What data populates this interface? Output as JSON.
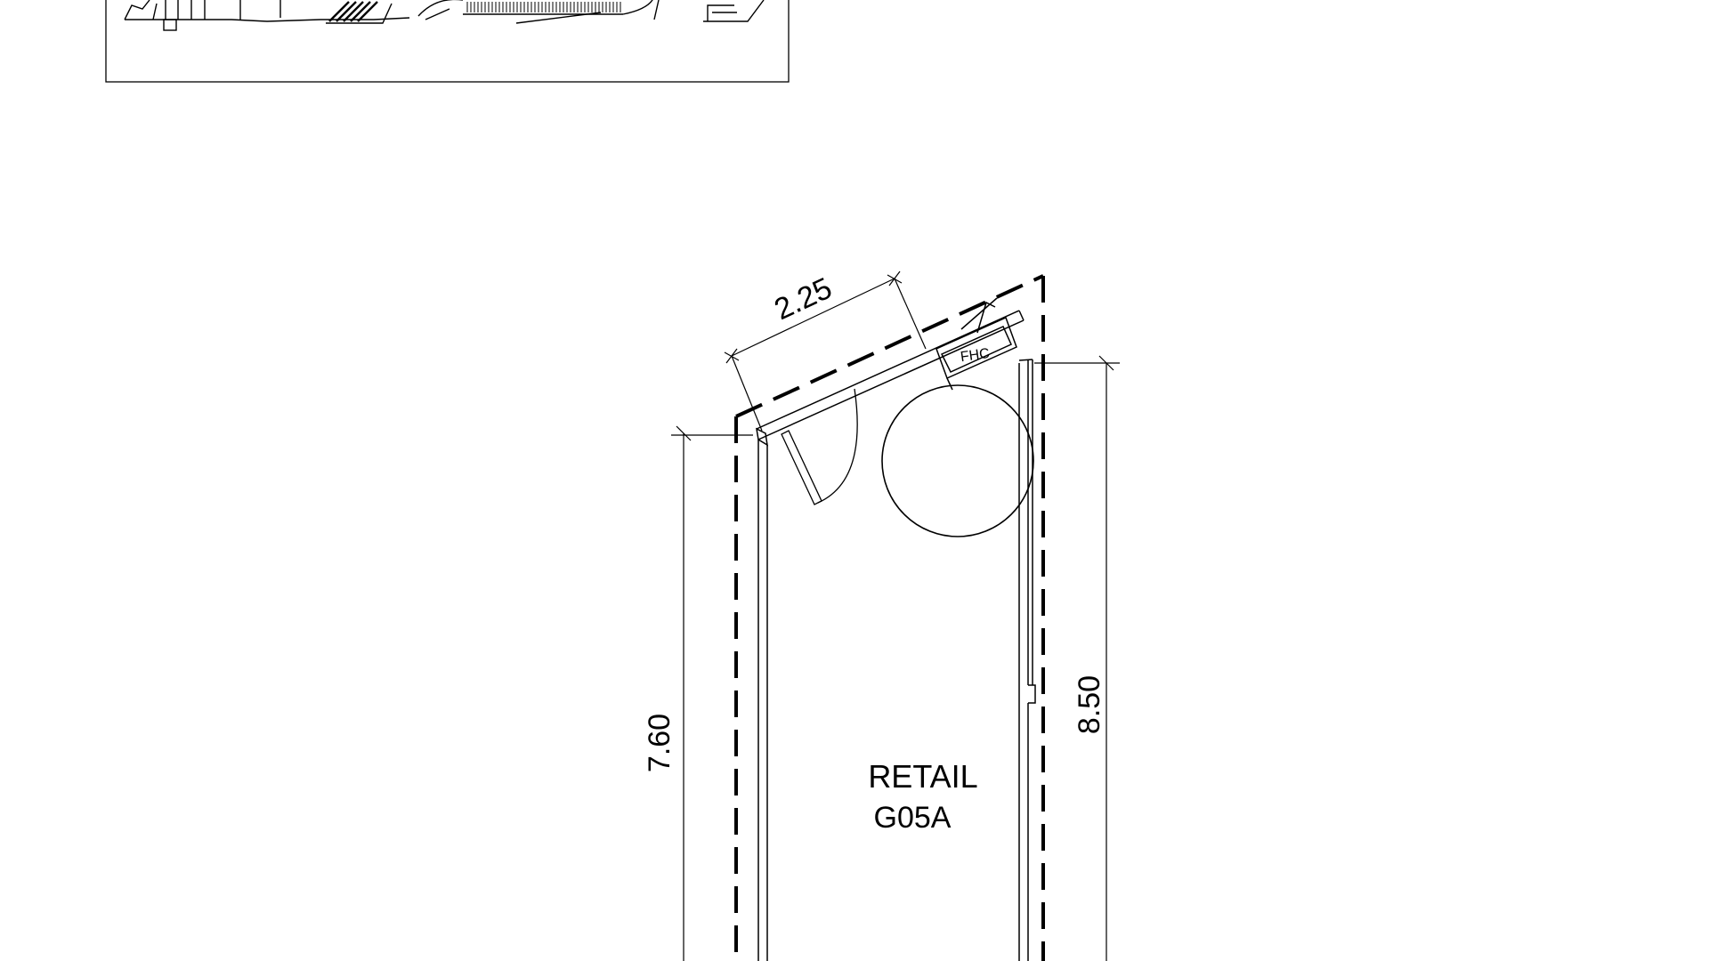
{
  "plan": {
    "room_name": "RETAIL",
    "room_code": "G05A",
    "equipment_label": "FHC",
    "dimensions": {
      "front_width": "2.25",
      "left_depth": "7.60",
      "right_depth": "8.50"
    }
  },
  "colors": {
    "line": "#000000",
    "background": "#ffffff"
  }
}
